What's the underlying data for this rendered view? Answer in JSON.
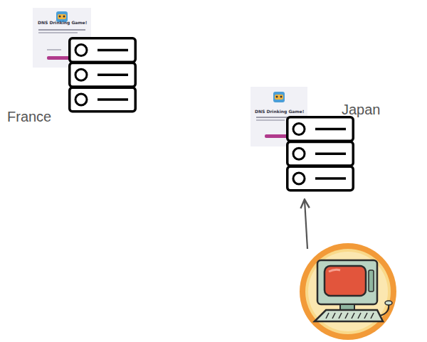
{
  "diagram": {
    "nodes": [
      {
        "text": [
          "France"
        ]
      },
      {
        "text": [
          "Japan"
        ]
      },
      {
        "text": []
      }
    ],
    "edges": [
      {
        "from": 2,
        "to": 1,
        "arrow": "to"
      }
    ],
    "labels": [
      "DNS Drinking Game!",
      "DNS Drinking Game!"
    ]
  }
}
